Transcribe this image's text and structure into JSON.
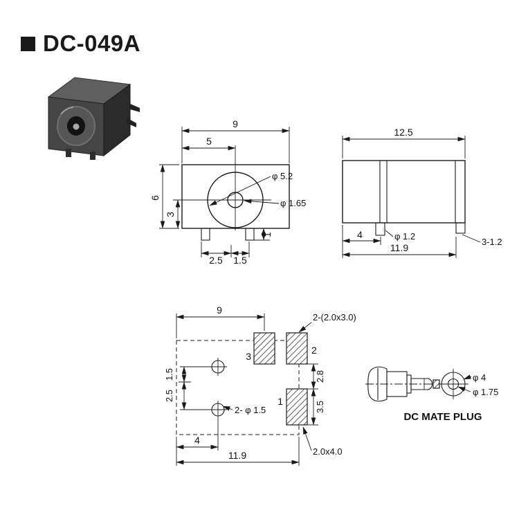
{
  "title": "DC-049A",
  "front_view": {
    "dims": {
      "width": "9",
      "center_offset": "5",
      "height": "6",
      "hole_center": "3",
      "barrel_outer": "φ 5.2",
      "pin_hole": "φ 1.65",
      "leg_height": "1",
      "leg_pitch": "2.5",
      "leg_offset": "1.5"
    }
  },
  "side_view": {
    "dims": {
      "overall_width": "12.5",
      "pin_offset": "4",
      "pin_dia": "φ 1.2",
      "body_width": "11.9",
      "side_pins": "3-1.2"
    }
  },
  "pcb_layout": {
    "dims": {
      "width": "9",
      "pad_size_label": "2-(2.0x3.0)",
      "gap": "2.8",
      "pad1_height": "3.5",
      "hole_gap_a": "1.5",
      "hole_gap_b": "2.5",
      "hole_label": "2- φ 1.5",
      "hole_offset": "4",
      "board_width": "11.9",
      "pad1_size": "2.0x4.0"
    },
    "pads": {
      "pad1": "1",
      "pad2": "2",
      "pad3": "3"
    }
  },
  "mate_plug": {
    "outer_dia": "φ 4",
    "inner_dia": "φ 1.75",
    "caption": "DC MATE PLUG"
  }
}
